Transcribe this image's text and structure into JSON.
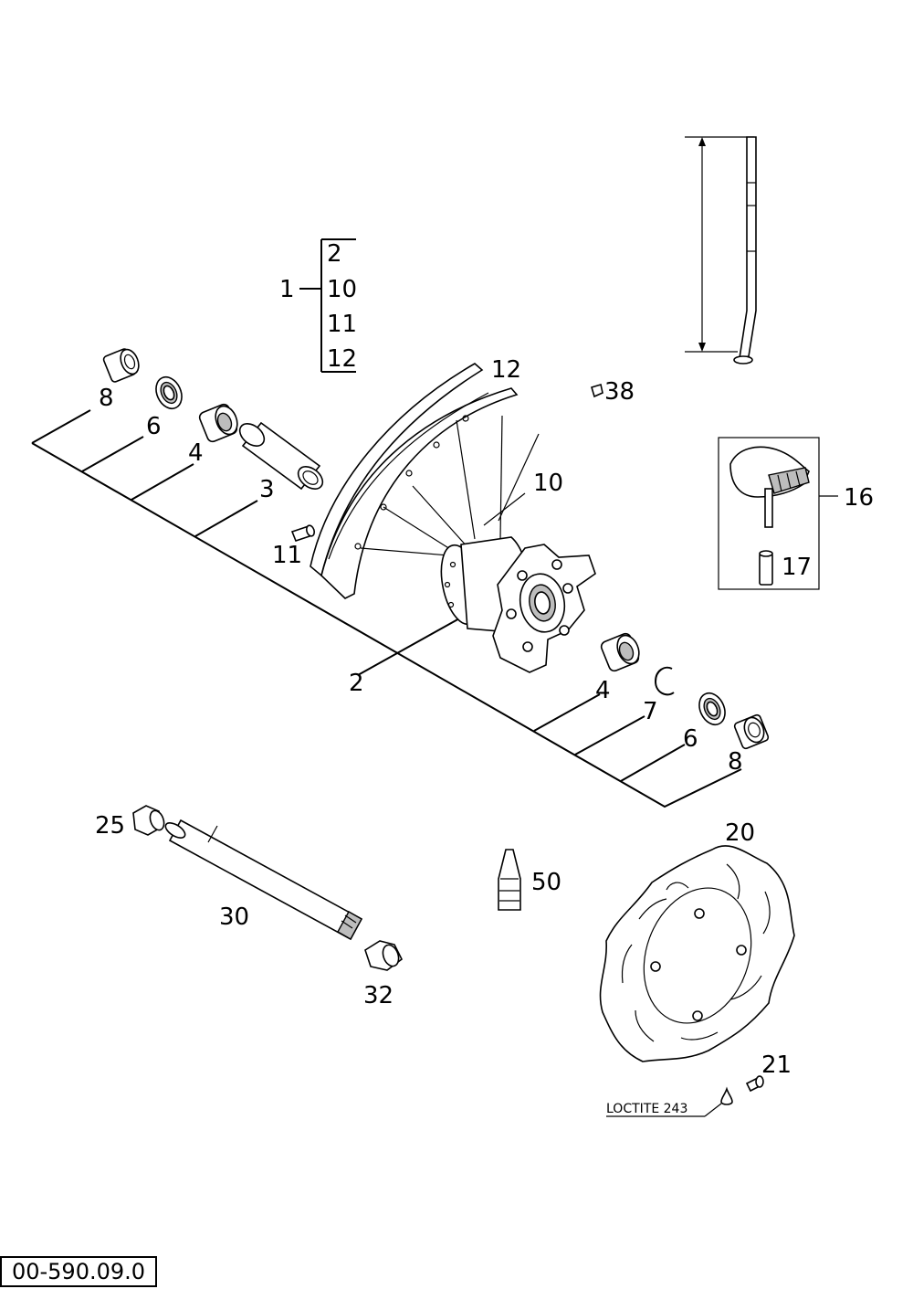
{
  "diagram": {
    "drawing_number": "00-590.09.0",
    "callouts": {
      "p8_left": "8",
      "p6_left": "6",
      "p4_left": "4",
      "p3": "3",
      "p11": "11",
      "p12": "12",
      "p10": "10",
      "p2": "2",
      "p38": "38",
      "p16": "16",
      "p17": "17",
      "p4_right": "4",
      "p7": "7",
      "p6_right": "6",
      "p8_right": "8",
      "p25": "25",
      "p30": "30",
      "p32": "32",
      "p50": "50",
      "p20": "20",
      "p21": "21"
    },
    "assembly_group": {
      "parent": "1",
      "members": [
        "2",
        "10",
        "11",
        "12"
      ]
    },
    "note": "LOCTITE 243"
  }
}
